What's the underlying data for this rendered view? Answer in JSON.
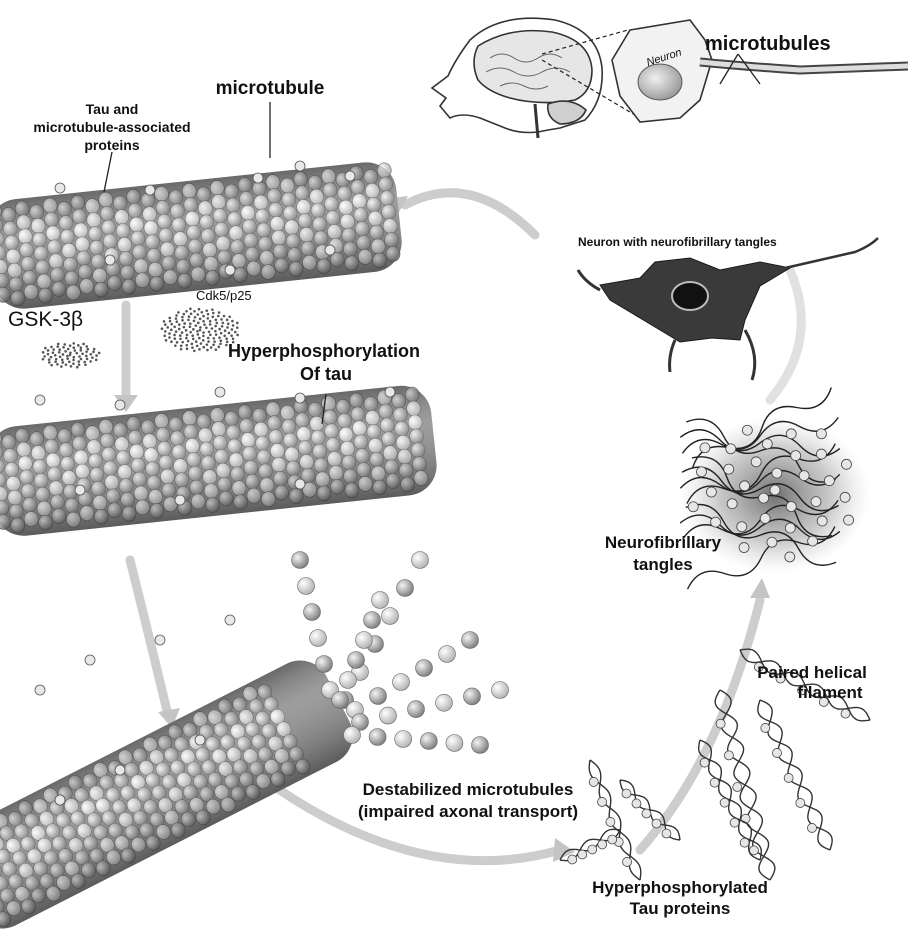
{
  "labels": {
    "microtubules_top": "microtubules",
    "neuron_cell": "Neuron",
    "microtubule": "microtubule",
    "tau_line1": "Tau and",
    "tau_line2": "microtubule-associated",
    "tau_line3": "proteins",
    "neuron_tangles": "Neuron with neurofibrillary tangles",
    "gsk": "GSK-3β",
    "cdk": "Cdk5/p25",
    "hyper_line1": "Hyperphosphorylation",
    "hyper_line2": "Of tau",
    "nft_line1": "Neurofibrillary",
    "nft_line2": "tangles",
    "phf_line1": "Paired helical",
    "phf_line2": "filament",
    "destab_line1": "Destabilized microtubules",
    "destab_line2": "(impaired axonal transport)",
    "hyptau_line1": "Hyperphosphorylated",
    "hyptau_line2": "Tau proteins"
  },
  "colors": {
    "tubulin_dark": "#5e5e5e",
    "tubulin_light": "#bdbdbd",
    "arrow": "#c8c8c8",
    "tau_bead": "#dcdcdc",
    "neuron_body": "#3a3a3a"
  }
}
